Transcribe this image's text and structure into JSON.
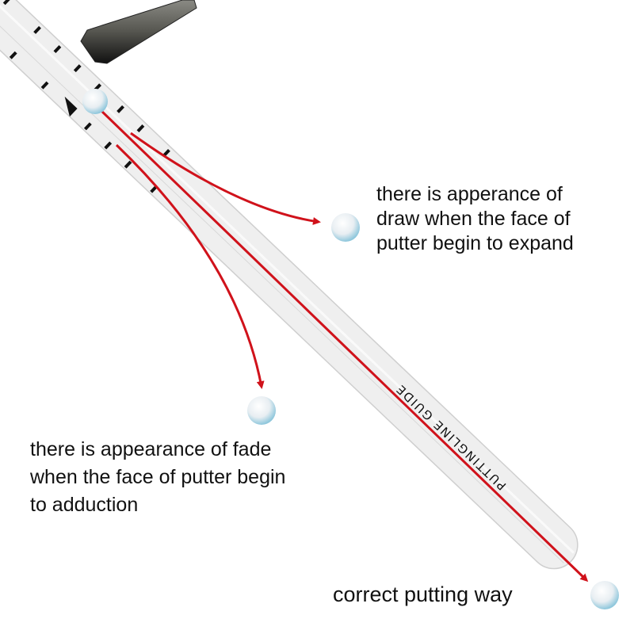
{
  "ruler_label": "PUTTINGLINE GUIDE",
  "captions": {
    "draw": [
      "there is apperance of",
      "draw when the face of",
      "putter begin to expand"
    ],
    "fade": [
      "there is appearance of fade",
      "when the face of putter begin",
      "to adduction"
    ],
    "correct": "correct putting way"
  },
  "colors": {
    "line": "#d0121b",
    "ruler": "#eeeeee",
    "putter": "#3a3a3a"
  }
}
